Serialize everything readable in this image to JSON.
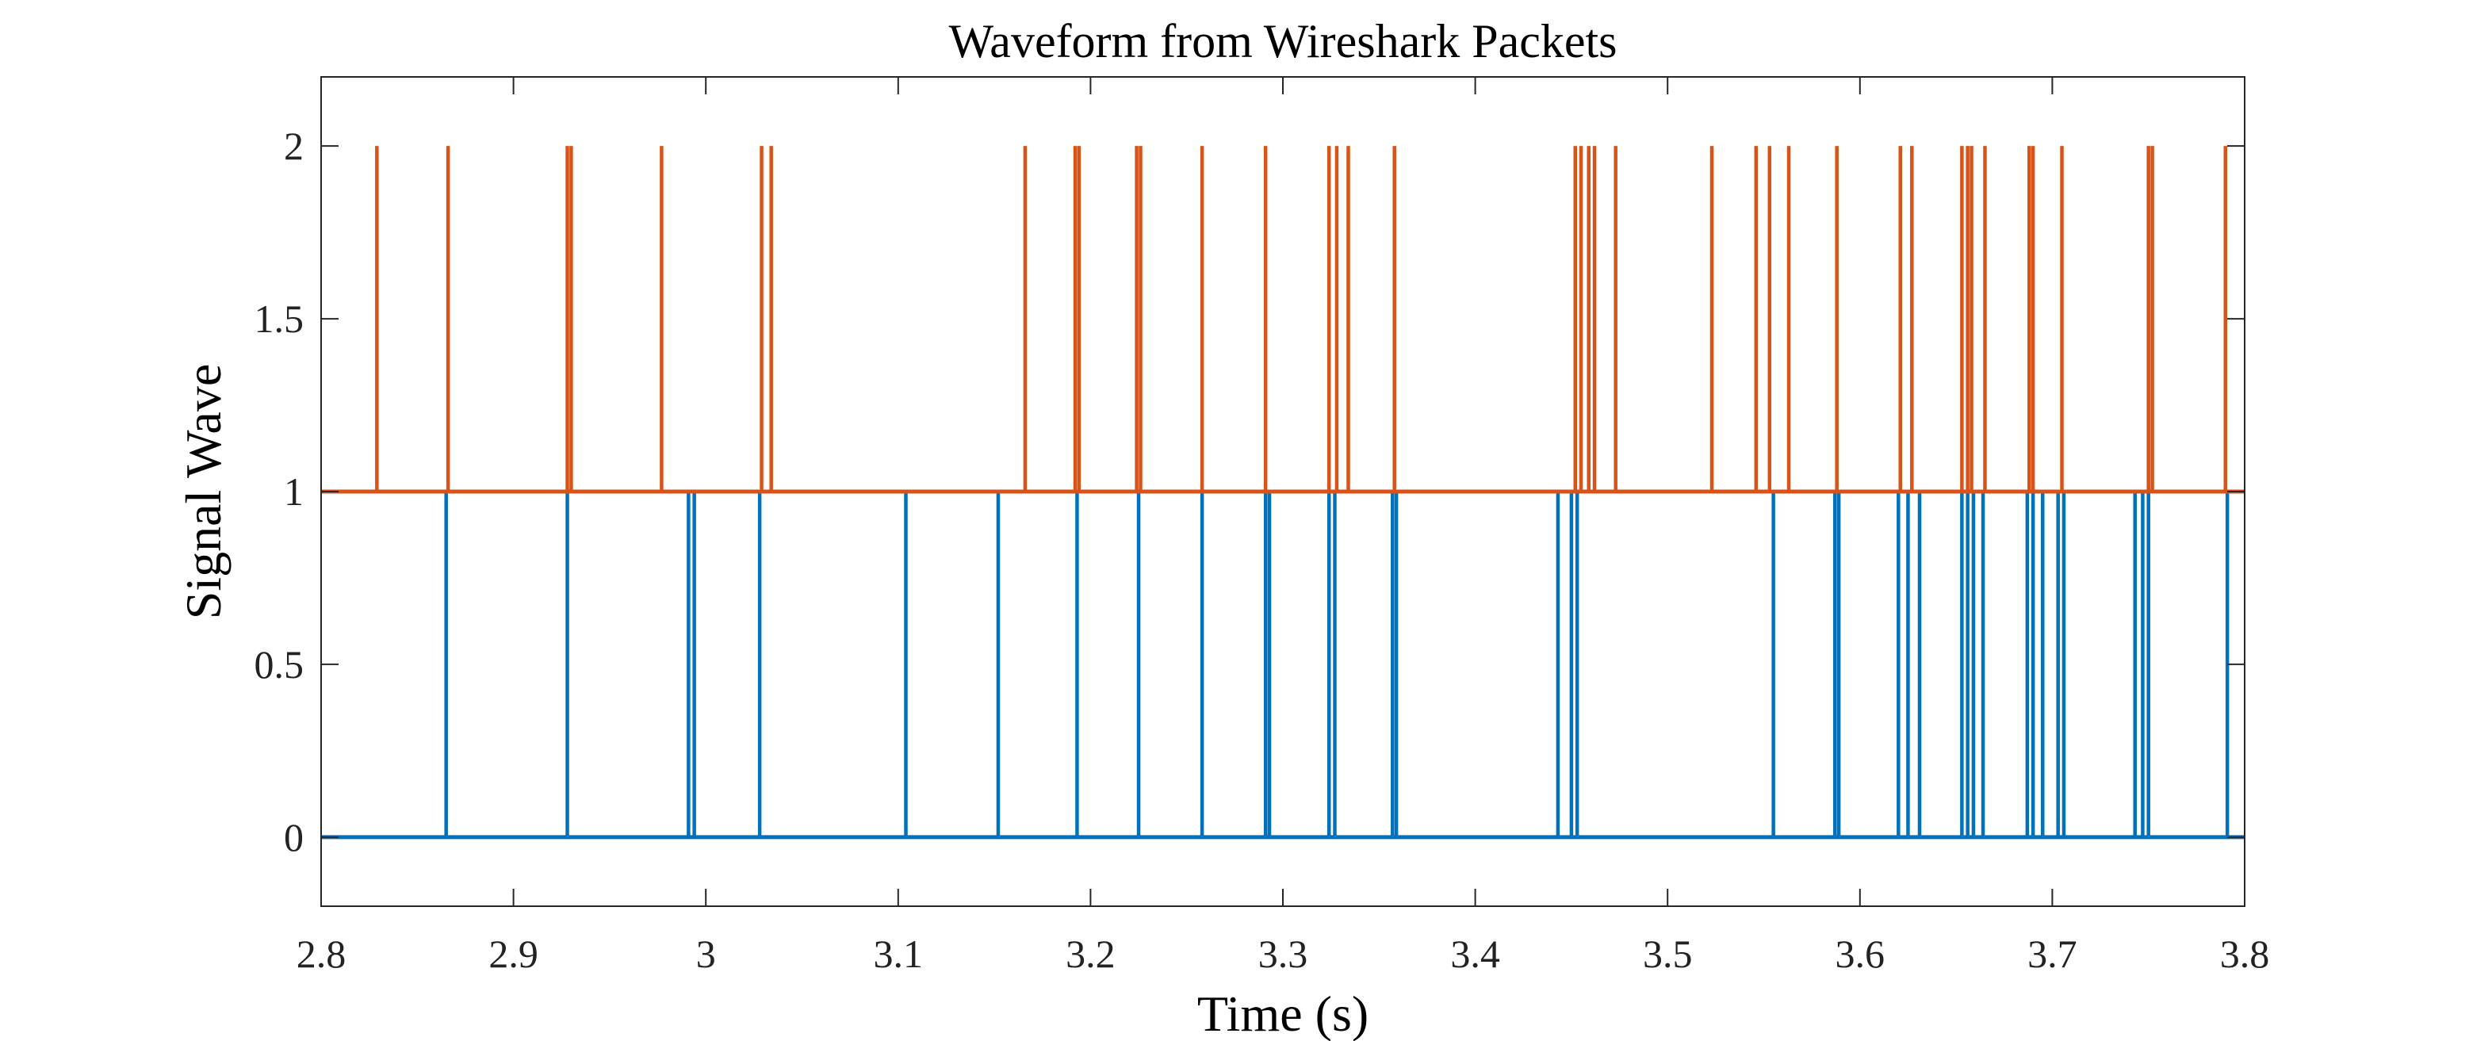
{
  "chart_data": {
    "type": "line",
    "title": "Waveform from Wireshark Packets",
    "xlabel": "Time (s)",
    "ylabel": "Signal Wave",
    "xlim": [
      2.8,
      3.8
    ],
    "ylim": [
      -0.2,
      2.2
    ],
    "xticks": [
      2.8,
      2.9,
      3.0,
      3.1,
      3.2,
      3.3,
      3.4,
      3.5,
      3.6,
      3.7,
      3.8
    ],
    "xtick_labels": [
      "2.8",
      "2.9",
      "3",
      "3.1",
      "3.2",
      "3.3",
      "3.4",
      "3.5",
      "3.6",
      "3.7",
      "3.8"
    ],
    "yticks": [
      0,
      0.5,
      1,
      1.5,
      2
    ],
    "ytick_labels": [
      "0",
      "0.5",
      "1",
      "1.5",
      "2"
    ],
    "grid": false,
    "series": [
      {
        "color": "#0072BD",
        "baseline": 0,
        "pulse_level": 1,
        "pulse_times": [
          2.865,
          2.928,
          2.991,
          2.994,
          3.028,
          3.104,
          3.152,
          3.193,
          3.225,
          3.258,
          3.291,
          3.293,
          3.324,
          3.327,
          3.357,
          3.359,
          3.443,
          3.45,
          3.453,
          3.555,
          3.587,
          3.589,
          3.62,
          3.625,
          3.631,
          3.653,
          3.656,
          3.659,
          3.664,
          3.687,
          3.69,
          3.695,
          3.703,
          3.706,
          3.743,
          3.747,
          3.75,
          3.791
        ]
      },
      {
        "color": "#D95319",
        "baseline": 1,
        "pulse_level": 2,
        "pulse_times": [
          2.829,
          2.866,
          2.928,
          2.93,
          2.977,
          3.029,
          3.034,
          3.166,
          3.192,
          3.194,
          3.224,
          3.226,
          3.258,
          3.291,
          3.324,
          3.328,
          3.334,
          3.358,
          3.452,
          3.455,
          3.459,
          3.462,
          3.473,
          3.523,
          3.546,
          3.553,
          3.563,
          3.588,
          3.621,
          3.627,
          3.653,
          3.656,
          3.658,
          3.665,
          3.688,
          3.69,
          3.705,
          3.75,
          3.752,
          3.79
        ]
      }
    ]
  }
}
